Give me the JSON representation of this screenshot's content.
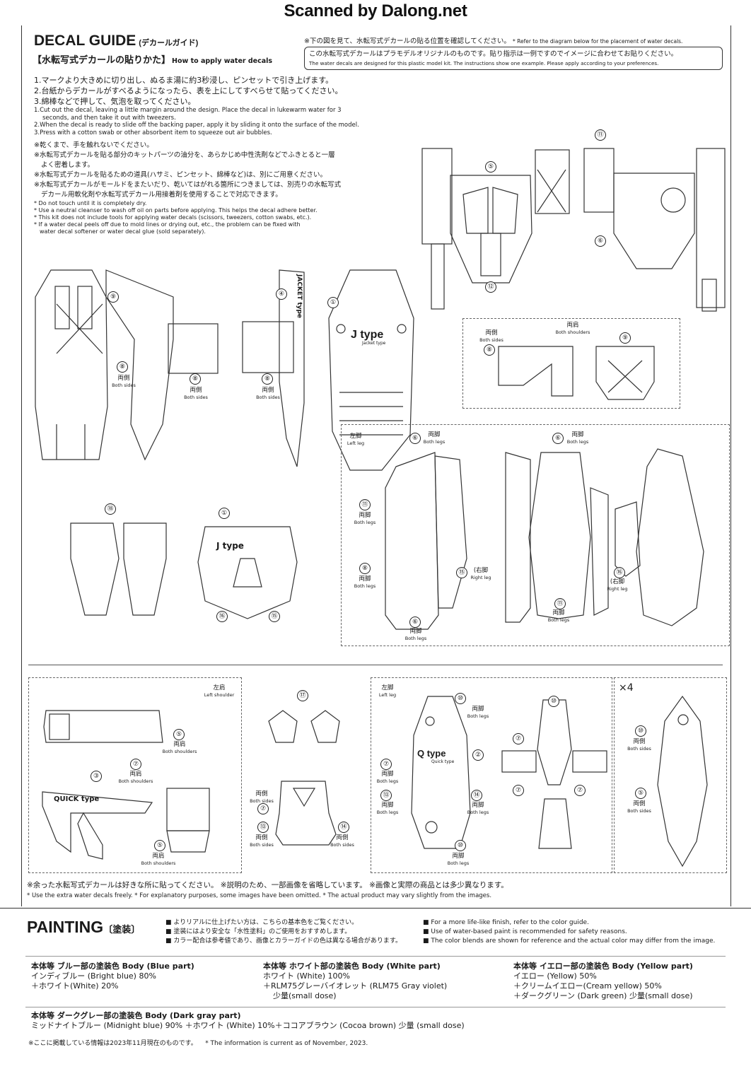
{
  "watermark": "Scanned by Dalong.net",
  "decal_guide": {
    "title": "DECAL GUIDE",
    "title_jp": "(デカールガイド)",
    "subtitle_jp": "【水転写式デカールの貼りかた】",
    "subtitle_en": "How to apply water decals",
    "refer_jp": "※下の図を見て、水転写式デカールの貼る位置を確認してください。",
    "refer_en": "* Refer to the diagram below for the placement of water decals.",
    "box_jp": "この水転写式デカールはプラモデルオリジナルのものです。貼り指示は一例ですのでイメージに合わせてお貼りください。",
    "box_en": "The water decals are designed for this plastic model kit. The instructions show one example. Please apply according to your preferences.",
    "steps_jp": [
      "1.マークより大きめに切り出し、ぬるま湯に約3秒浸し、ピンセットで引き上げます。",
      "2.台紙からデカールがすべるようになったら、表を上にしてすべらせて貼ってください。",
      "3.綿棒などで押して、気泡を取ってください。"
    ],
    "steps_en": [
      "1.Cut out the decal, leaving a little margin around the design. Place the decal in lukewarm water for 3",
      "   seconds, and then take it out with tweezers.",
      "2.When the decal is ready to slide off the backing paper, apply it by sliding it onto the surface of the model.",
      "3.Press with a cotton swab or other absorbent item to squeeze out air bubbles."
    ],
    "cautions_jp": [
      "※乾くまで、手を触れないでください。",
      "※水転写式デカールを貼る部分のキットパーツの油分を、あらかじめ中性洗剤などでふきとると一層",
      "  よく密着します。",
      "※水転写式デカールを貼るための道具(ハサミ、ピンセット、綿棒など)は、別にご用意ください。",
      "※水転写式デカールがモールドをまたいだり、乾いてはがれる箇所につきましては、別売りの水転写式",
      "  デカール用軟化剤や水転写式デカール用接着剤を使用することで対応できます。"
    ],
    "cautions_en": [
      "* Do not touch until it is completely dry.",
      "* Use a neutral cleanser to wash off oil on parts before applying. This helps the decal adhere better.",
      "* This kit does not include tools for applying water decals (scissors, tweezers, cotton swabs, etc.).",
      "* If a water decal peels off due to mold lines or drying out, etc., the problem can be fixed with",
      "  water decal softener or water decal glue (sold separately)."
    ]
  },
  "labels": {
    "both_sides_jp": "両側",
    "both_sides_en": "Both sides",
    "both_shoulders_jp": "両肩",
    "both_shoulders_en": "Both shoulders",
    "both_legs_jp": "両脚",
    "both_legs_en": "Both legs",
    "left_leg_jp": "左脚",
    "left_leg_en": "Left leg",
    "left_shoulder_jp": "左肩",
    "left_shoulder_en": "Left shoulder",
    "right_leg_jp": "(右脚",
    "right_leg_en": "Right leg",
    "jacket_type": "JACKET type",
    "j_type": "J type",
    "j_sub": "Jacket type",
    "q_type": "Q type",
    "q_sub": "Quick type",
    "quick_type": "QUICK type",
    "times4": "×4"
  },
  "footnote": {
    "jp": "※余った水転写式デカールは好きな所に貼ってください。 ※説明のため、一部画像を省略しています。 ※画像と実際の商品とは多少異なります。",
    "en": "* Use the extra water decals freely. * For explanatory purposes, some images have been omitted. * The actual product may vary slightly from the images."
  },
  "painting": {
    "title": "PAINTING",
    "title_jp": "〔塗装〕",
    "notes_jp": [
      "■ よりリアルに仕上げたい方は、こちらの基本色をご覧ください。",
      "■ 塗装にはより安全な「水性塗料」のご使用をおすすめします。",
      "■ カラー配合は参考値であり、画像とカラーガイドの色は異なる場合があります。"
    ],
    "notes_en": [
      "■ For a more life-like finish, refer to the color guide.",
      "■ Use of water-based paint is recommended for safety reasons.",
      "■ The color blends are shown for reference and the actual color may differ from the image."
    ],
    "blue": {
      "head": "本体等 ブルー部の塗装色 Body (Blue part)",
      "l1": "インディブルー (Bright blue) 80%",
      "l2": "＋ホワイト(White) 20%"
    },
    "white": {
      "head": "本体等 ホワイト部の塗装色 Body (White part)",
      "l1": "ホワイト (White) 100%",
      "l2": "＋RLM75グレーバイオレット (RLM75 Gray violet)",
      "l3": "少量(small dose)"
    },
    "yellow": {
      "head": "本体等 イエロー部の塗装色 Body (Yellow part)",
      "l1": "イエロー (Yellow) 50%",
      "l2": "＋クリームイエロー(Cream yellow) 50%",
      "l3": "＋ダークグリーン (Dark green) 少量(small dose)"
    },
    "darkgray": {
      "head": "本体等 ダークグレー部の塗装色 Body (Dark gray part)",
      "l1": "ミッドナイトブルー (Midnight blue) 90% ＋ホワイト (White) 10%＋ココアブラウン (Cocoa brown) 少量 (small dose)"
    },
    "info_jp": "※ここに掲載している情報は2023年11月現在のものです。",
    "info_en": "* The information is current as of November, 2023."
  }
}
